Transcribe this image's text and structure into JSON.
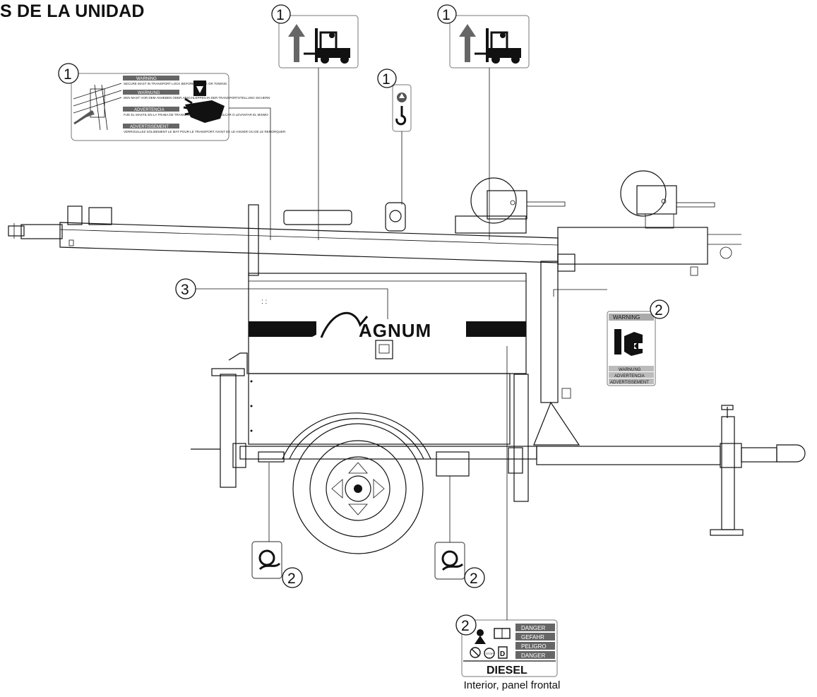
{
  "title": "S DE LA UNIDAD",
  "caption": "Interior, panel frontal",
  "brand": "AGNUM",
  "callouts": {
    "c1": "1",
    "c2": "2",
    "c3": "3"
  },
  "decal_warning": {
    "h1": "WARNING",
    "t1": "SECURE MAST IN TRANSPORT LOCK BEFORE LIFTING OR TOWING",
    "h2": "WARNUNG",
    "t2": "DEN MAST VOR DEM ANHEBEN ODER ABSCHLEPPEN IN DER TRANSPORTSTELLUNG SICHERN",
    "h3": "ADVERTENCIA",
    "t3": "FIJE EL MASTIL EN LA TRABA DE TRANSPORTE ANTES DE REMOLCAR O LEVANTAR EL MISMO",
    "h4": "ADVERTISSEMENT",
    "t4": "VERROUILLEZ SOLIDEMENT LE MAT POUR LE TRANSPORT AVANT DE LE HISSER OU DE LE REMORQUER"
  },
  "decal_hand": {
    "top": "WARNING",
    "l1": "WARNUNG",
    "l2": "ADVERTENCIA",
    "l3": "ADVERTISSEMENT"
  },
  "decal_diesel": {
    "d1": "DANGER",
    "d2": "GEFAHR",
    "d3": "PELIGRO",
    "d4": "DANGER",
    "fuel": "DIESEL",
    "stop": "STOP"
  },
  "icons": [
    "forklift-icon",
    "lift-hook-icon",
    "crush-hand-icon",
    "tie-down-icon",
    "diesel-danger-icon"
  ]
}
